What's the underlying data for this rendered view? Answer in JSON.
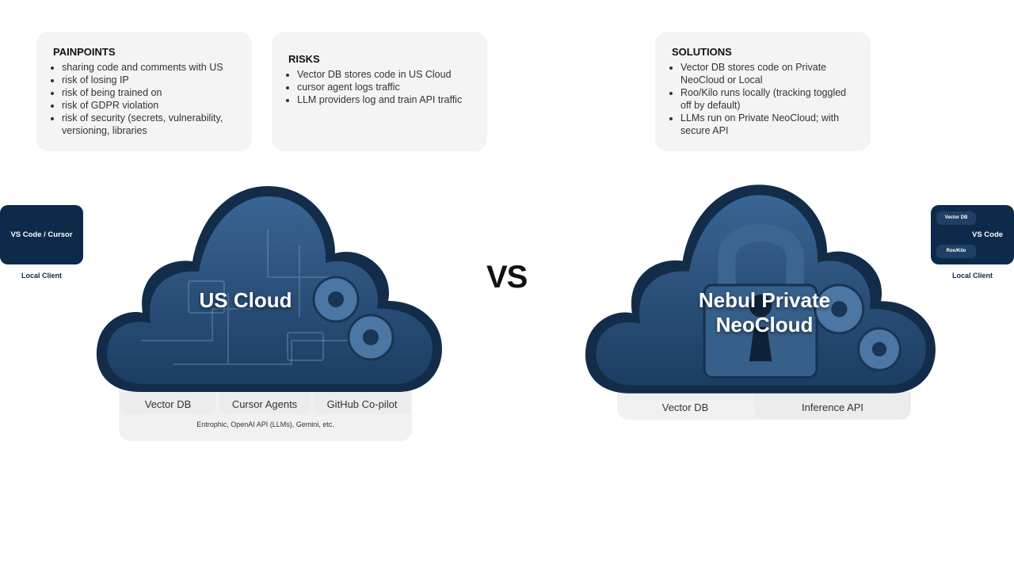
{
  "painpoints": {
    "title": "PAINPOINTS",
    "items": [
      "sharing code and comments with US",
      "risk of losing IP",
      "risk of being trained on",
      "risk of GDPR violation",
      "risk of security (secrets, vulnerability, versioning, libraries"
    ]
  },
  "risks": {
    "title": "RISKS",
    "items": [
      "Vector DB stores code in US Cloud",
      "cursor agent logs traffic",
      "LLM providers log and train API traffic"
    ]
  },
  "solutions": {
    "title": "SOLUTIONS",
    "items": [
      "Vector DB stores code on Private NeoCloud or Local",
      "Roo/Kilo runs locally (tracking toggled off by default)",
      "LLMs run on Private NeoCloud; with secure API"
    ]
  },
  "left_client": {
    "label": "VS Code / Cursor",
    "caption": "Local Client"
  },
  "right_client": {
    "label": "VS Code",
    "vector_db": "Vector DB",
    "roo_kilo": "Roo/Kilo",
    "caption": "Local Client"
  },
  "vs": "VS",
  "us_cloud": {
    "title": "US Cloud",
    "services": [
      "Vector DB",
      "Cursor Agents",
      "GitHub Co-pilot"
    ],
    "footer": "Entrophic, OpenAI API (LLMs), Gemini, etc."
  },
  "nebul_cloud": {
    "title": "Nebul Private NeoCloud",
    "services": [
      "Vector DB",
      "Inference API"
    ]
  },
  "colors": {
    "cloud": "#2b5079",
    "client": "#0d2a4a",
    "panel": "#f4f4f4"
  }
}
